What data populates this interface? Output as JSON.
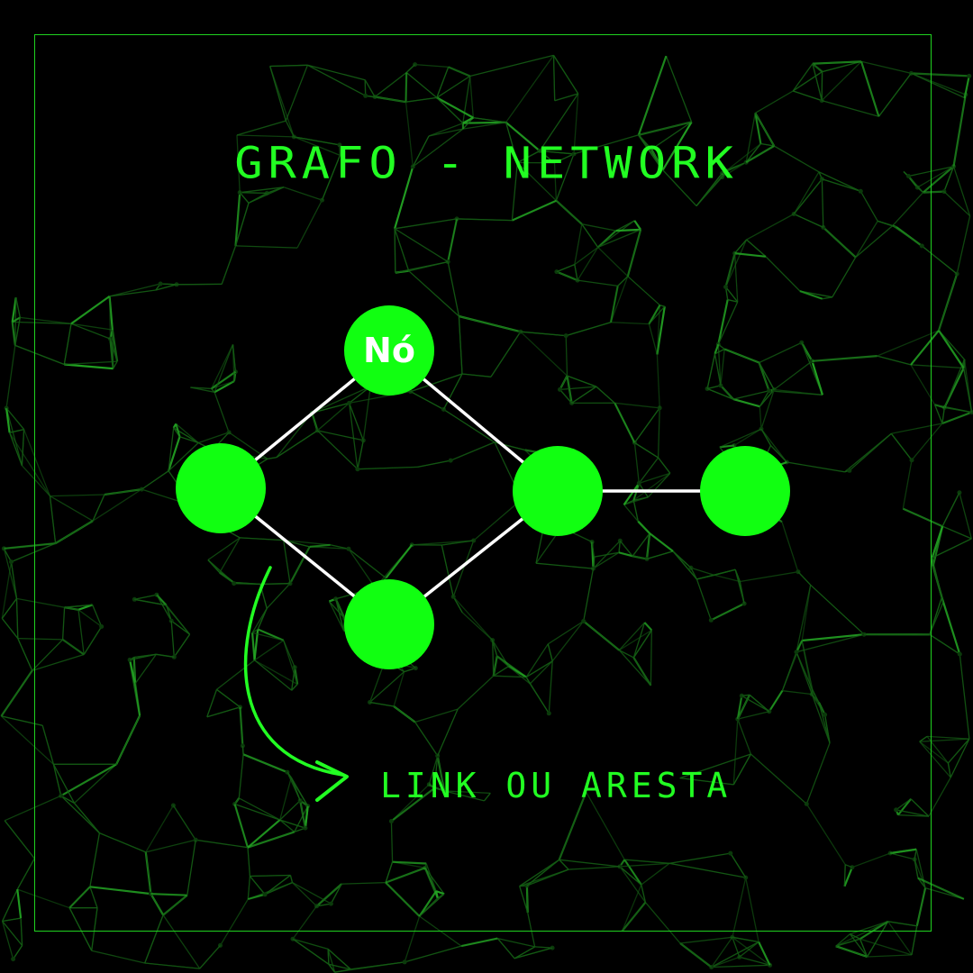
{
  "title": "GRAFO - NETWORK",
  "edge_label": "LINK OU ARESTA",
  "nodes": [
    {
      "id": "top",
      "label": "Nó"
    },
    {
      "id": "left",
      "label": ""
    },
    {
      "id": "right",
      "label": ""
    },
    {
      "id": "bottom",
      "label": ""
    },
    {
      "id": "far-right",
      "label": ""
    }
  ],
  "edges": [
    {
      "from": "top",
      "to": "left"
    },
    {
      "from": "top",
      "to": "right"
    },
    {
      "from": "left",
      "to": "bottom"
    },
    {
      "from": "bottom",
      "to": "right"
    },
    {
      "from": "right",
      "to": "far-right"
    }
  ],
  "colors": {
    "background": "#000000",
    "node_fill": "#11ff11",
    "edge_stroke": "#ffffff",
    "text": "#22ff22",
    "frame": "#1fd11f",
    "network_lines": "#1a7a1a"
  }
}
